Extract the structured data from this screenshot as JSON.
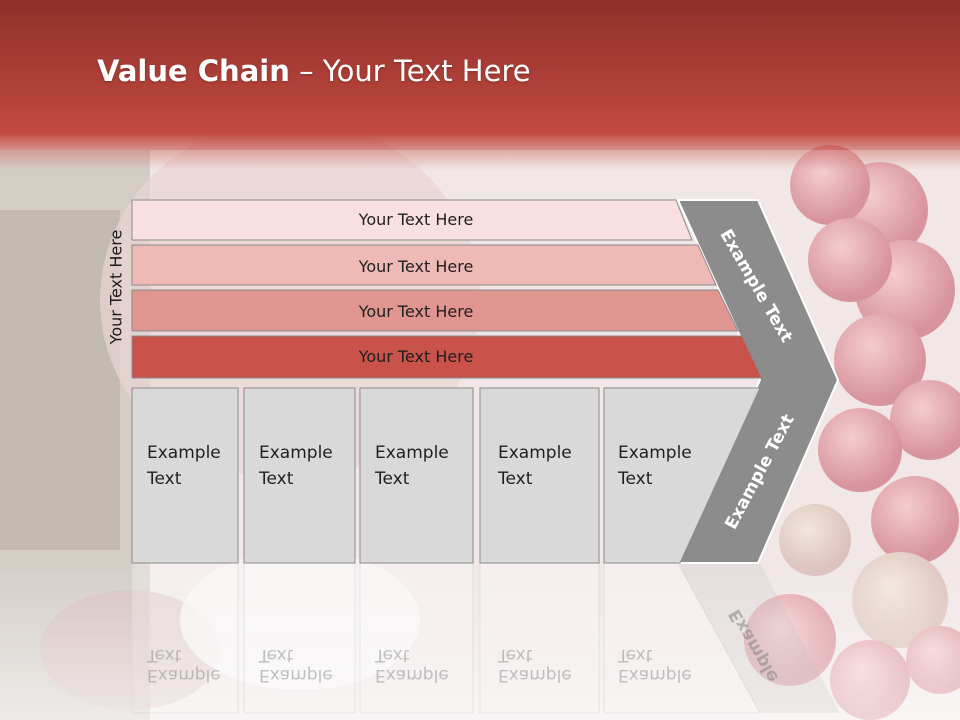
{
  "title": {
    "bold": "Value Chain",
    "rest": " – Your Text Here"
  },
  "side_label": "Your Text Here",
  "bars": [
    {
      "label": "Your Text Here",
      "color": "#f8e0e0"
    },
    {
      "label": "Your Text Here",
      "color": "#efb9b6"
    },
    {
      "label": "Your Text Here",
      "color": "#e19590"
    },
    {
      "label": "Your Text Here",
      "color": "#c9524a"
    }
  ],
  "boxes": [
    {
      "line1": "Example",
      "line2": "Text"
    },
    {
      "line1": "Example",
      "line2": "Text"
    },
    {
      "line1": "Example",
      "line2": "Text"
    },
    {
      "line1": "Example",
      "line2": "Text"
    },
    {
      "line1": "Example",
      "line2": "Text"
    }
  ],
  "arrow": {
    "upper": "Example Text",
    "lower": "Example Text"
  },
  "colors": {
    "header": "#b9473d",
    "box": "#d9d9d9",
    "arrow": "#8c8c8c"
  }
}
